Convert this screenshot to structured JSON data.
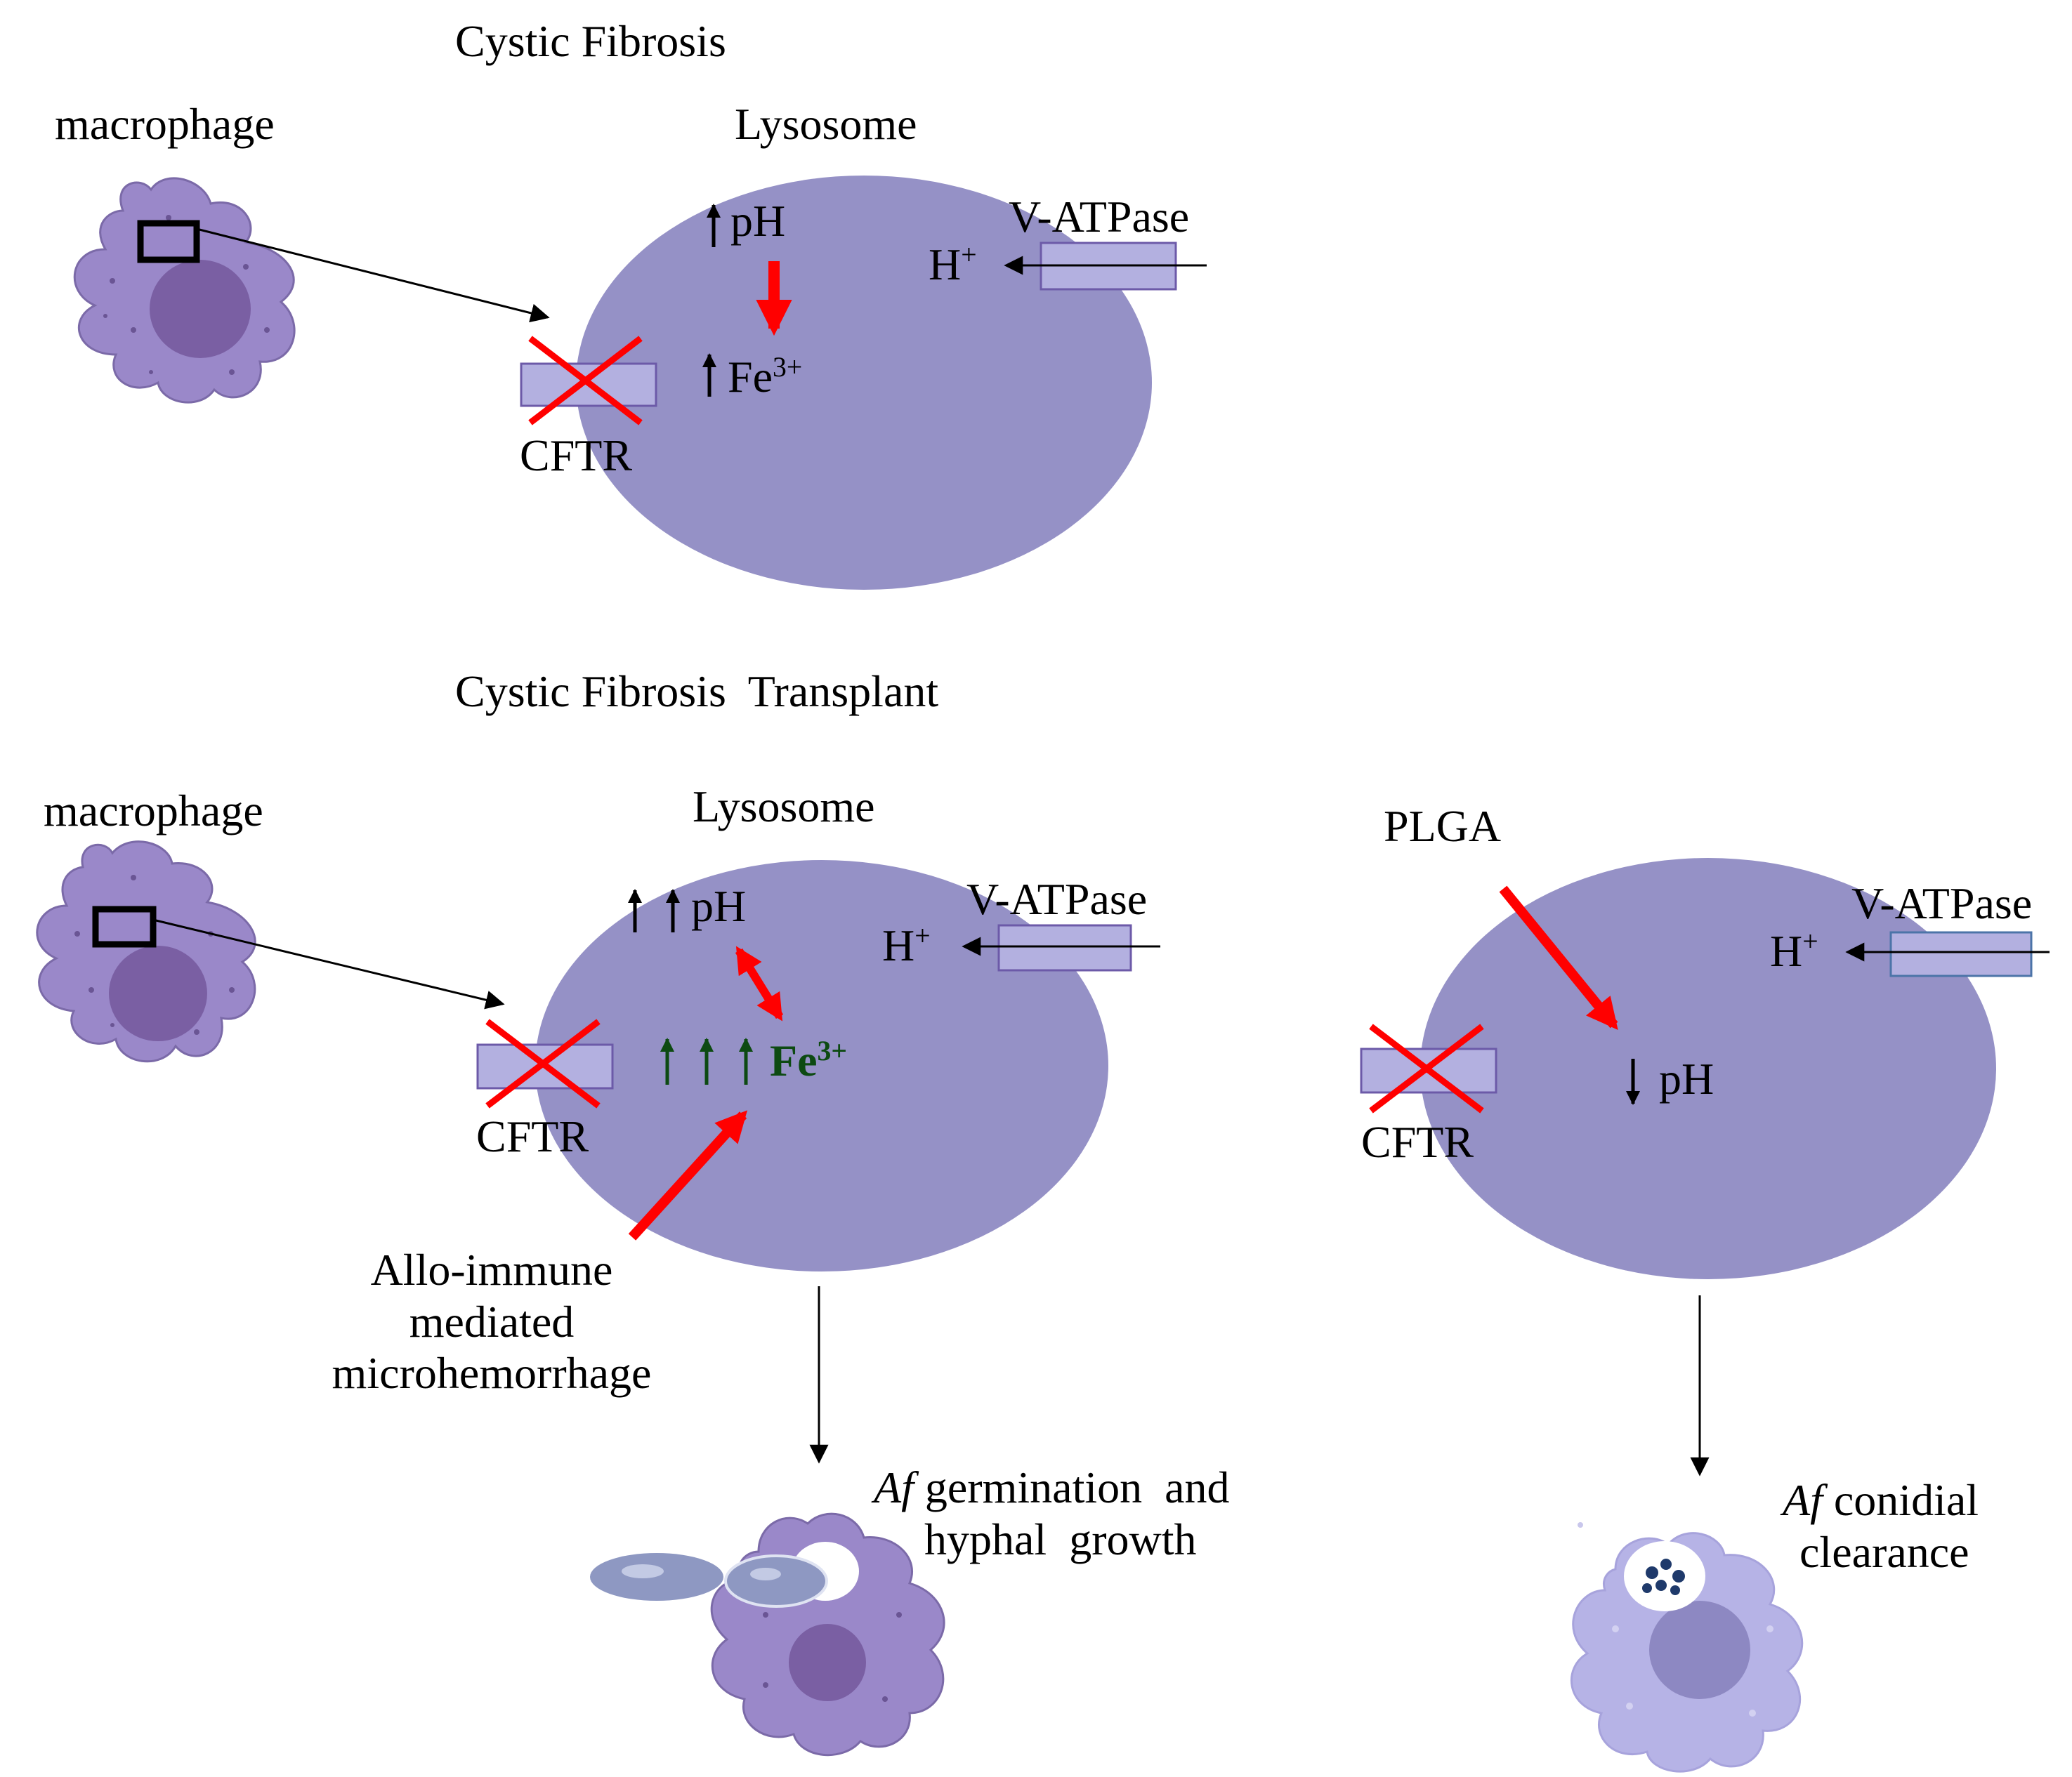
{
  "top": {
    "title": "Cystic Fibrosis",
    "macrophage_label": "macrophage",
    "lysosome_label": "Lysosome",
    "ph_label": "pH",
    "fe_base": "Fe",
    "fe_sup": "3+",
    "vatpase_label": "V-ATPase",
    "h_base": "H",
    "h_sup": "+",
    "cftr_label": "CFTR"
  },
  "bottom": {
    "title": "Cystic Fibrosis  Transplant",
    "macrophage_label": "macrophage",
    "lysosome_label": "Lysosome",
    "ph_label": "pH",
    "fe_base": "Fe",
    "fe_sup": "3+",
    "vatpase_label": "V-ATPase",
    "h_base": "H",
    "h_sup": "+",
    "cftr_label": "CFTR",
    "allo_line1": "Allo-immune",
    "allo_line2": "mediated",
    "allo_line3": "microhemorrhage",
    "outcome_italic": "Af",
    "outcome_line1_rest": " germination  and",
    "outcome_line2": "hyphal  growth"
  },
  "right": {
    "plga_label": "PLGA",
    "vatpase_label": "V-ATPase",
    "h_base": "H",
    "h_sup": "+",
    "ph_label": "pH",
    "cftr_label": "CFTR",
    "outcome_italic": "Af",
    "outcome_line1_rest": " conidial",
    "outcome_line2": "clearance"
  },
  "colors": {
    "lysosome_fill": "#9591c6",
    "channel_fill": "#b3b0e0",
    "channel_stroke": "#6c5aa8",
    "macrophage_fill": "#9a88c9",
    "nucleus_fill": "#7a5fa3",
    "red": "#ff0000",
    "green": "#0d4a12",
    "light_cell": "#b6b3e6",
    "dark_spore": "#1f3a6b"
  }
}
